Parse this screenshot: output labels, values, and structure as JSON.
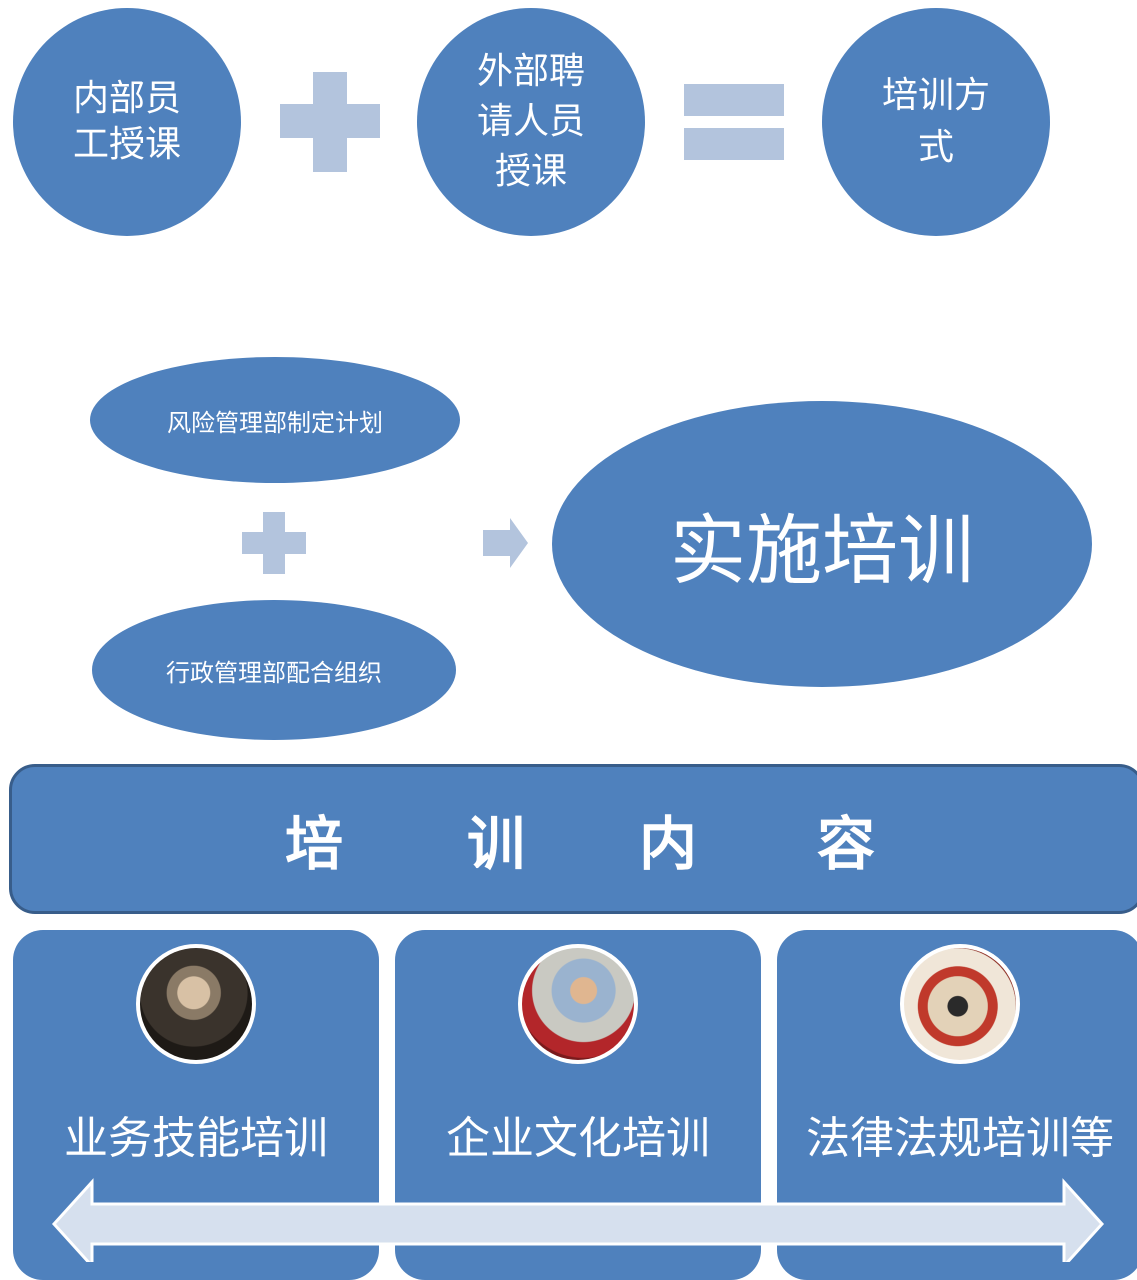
{
  "row1": {
    "circle_left": [
      "内部员",
      "工授课"
    ],
    "circle_middle": [
      "外部聘",
      "请人员",
      "授课"
    ],
    "circle_right": [
      "培训方",
      "式"
    ]
  },
  "row2": {
    "ellipse_top": "风险管理部制定计划",
    "ellipse_bottom": "行政管理部配合组织",
    "ellipse_result": "实施培训"
  },
  "content_header": {
    "chars": [
      "培",
      "训",
      "内",
      "容"
    ]
  },
  "cards": [
    {
      "label": "业务技能培训"
    },
    {
      "label": "企业文化培训"
    },
    {
      "label": "法律法规培训等"
    }
  ],
  "colors": {
    "shape_fill": "#4f81bd",
    "operator_fill": "#b3c4dd",
    "border": "#385d8a",
    "text": "#ffffff"
  }
}
